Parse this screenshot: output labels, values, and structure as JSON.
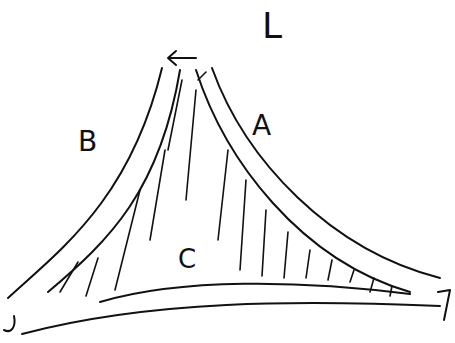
{
  "diagram": {
    "labels": [
      "L",
      "A",
      "B",
      "C"
    ]
  }
}
